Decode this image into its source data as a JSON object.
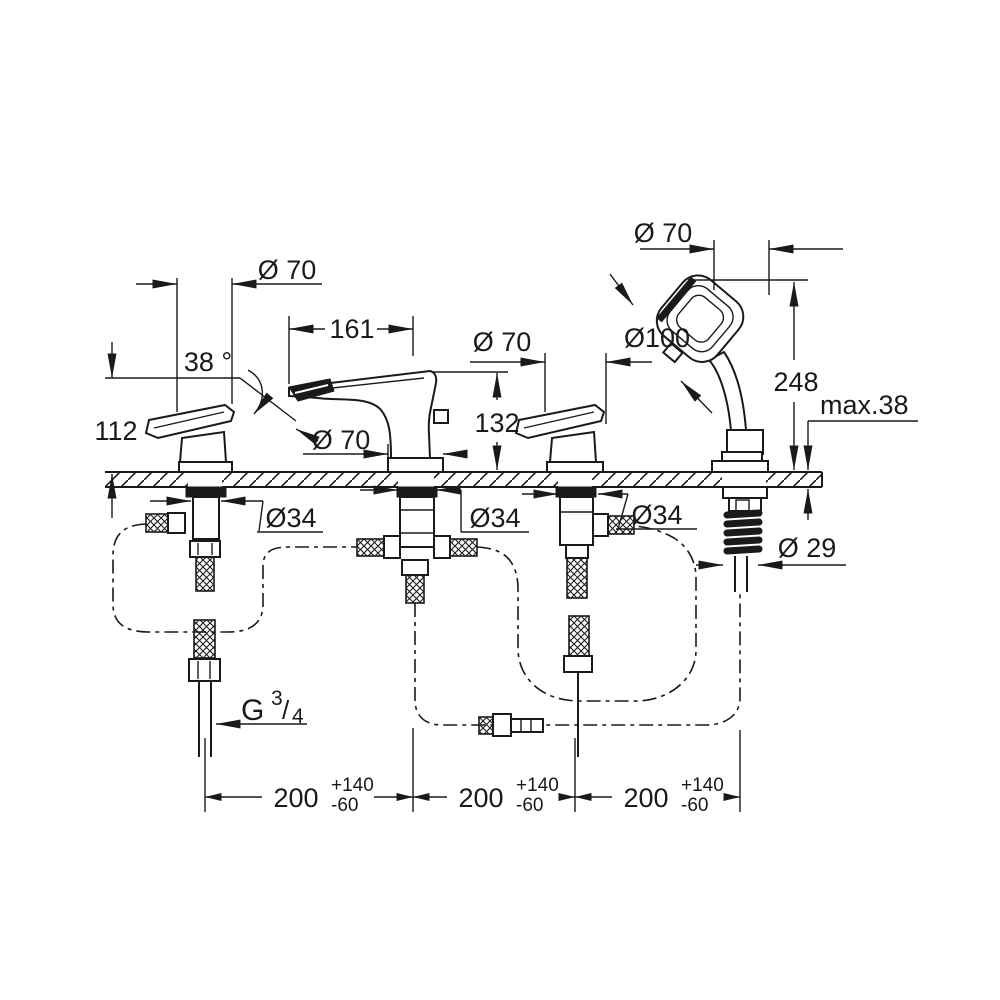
{
  "colors": {
    "line": "#1a1a1a",
    "background": "#ffffff"
  },
  "labels": {
    "handle_left_dia": "Ø 70",
    "spout_reach": "161",
    "spout_angle": "38 °",
    "handle_right_dia": "Ø 70",
    "holder_dia": "Ø 70",
    "head_dia": "Ø100",
    "shower_height": "248",
    "deck_thickness_max": "max.38",
    "handle_height": "112",
    "spout_height": "132",
    "spout_base_dia": "Ø 70",
    "hole_left_dia": "Ø34",
    "hole_middle_dia": "Ø34",
    "hole_right_dia": "Ø34",
    "hose_dia": "Ø 29",
    "thread_prefix": "G",
    "thread_numerator": "3",
    "thread_slash": "/",
    "thread_denominator": "4"
  },
  "spacings": [
    {
      "value": "200",
      "plus": "+140",
      "minus": "-60"
    },
    {
      "value": "200",
      "plus": "+140",
      "minus": "-60"
    },
    {
      "value": "200",
      "plus": "+140",
      "minus": "-60"
    }
  ]
}
